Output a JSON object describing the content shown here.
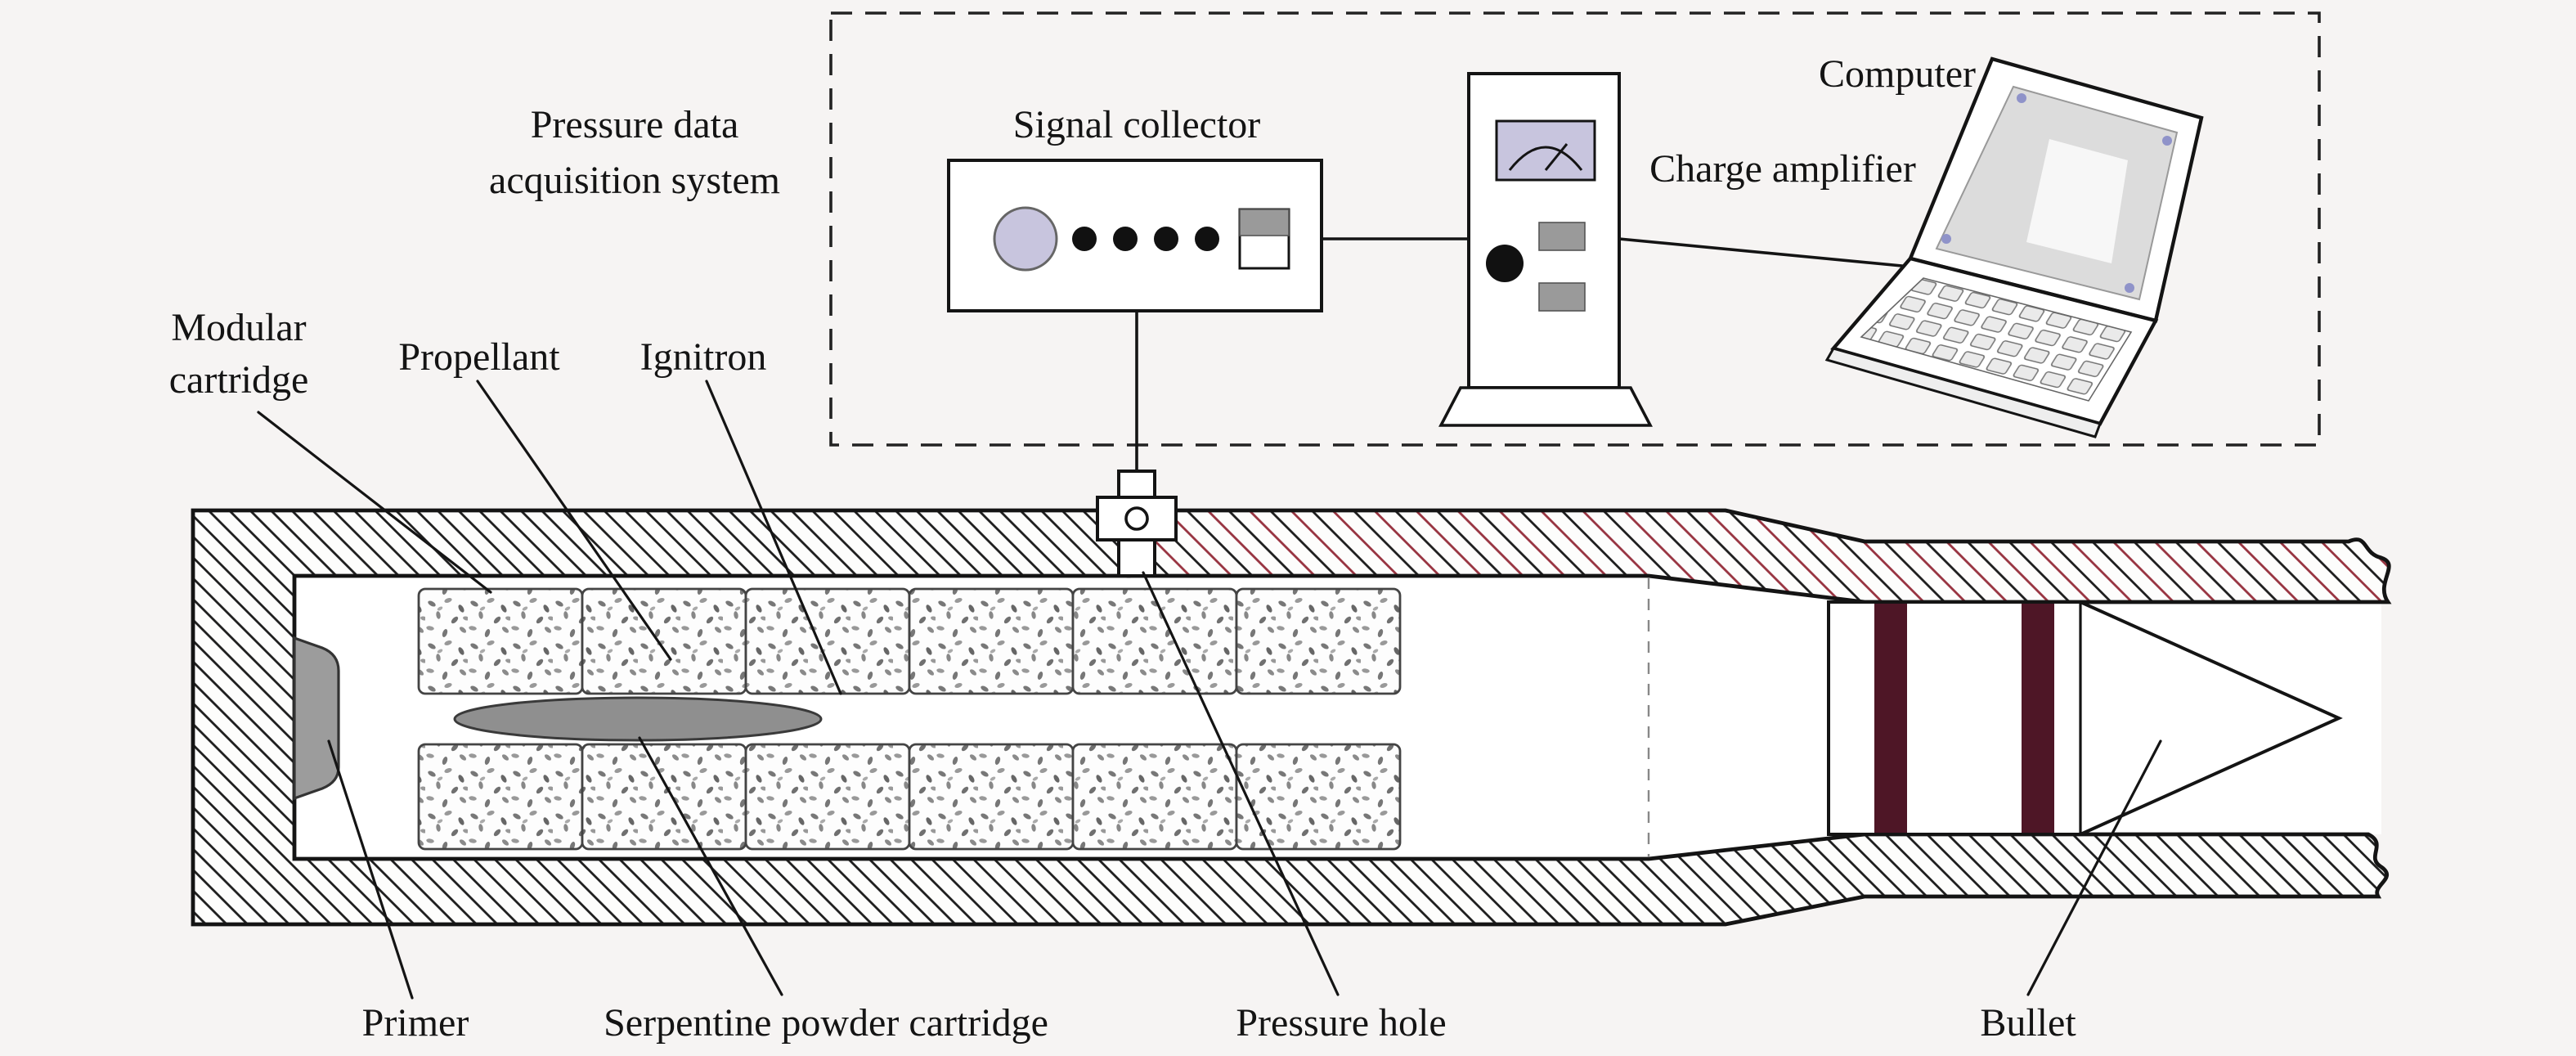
{
  "colors": {
    "background": "#f6f4f3",
    "line": "#141414",
    "lavender": "#c8c5de",
    "band_maroon": "#4e1626",
    "hatch_red": "#97323f",
    "serpentine_gray": "#8f8f8f",
    "primer_gray": "#9c9c9c",
    "component_gray": "#9a9a9a"
  },
  "daq_system": {
    "label_line1": "Pressure data",
    "label_line2": "acquisition system",
    "signal_collector_label": "Signal collector",
    "charge_amplifier_label": "Charge amplifier",
    "computer_label": "Computer"
  },
  "gun_section": {
    "modular_cartridge_line1": "Modular",
    "modular_cartridge_line2": "cartridge",
    "propellant_label": "Propellant",
    "ignitron_label": "Ignitron",
    "primer_label": "Primer",
    "serpentine_label": "Serpentine powder cartridge",
    "pressure_hole_label": "Pressure hole",
    "bullet_label": "Bullet"
  }
}
